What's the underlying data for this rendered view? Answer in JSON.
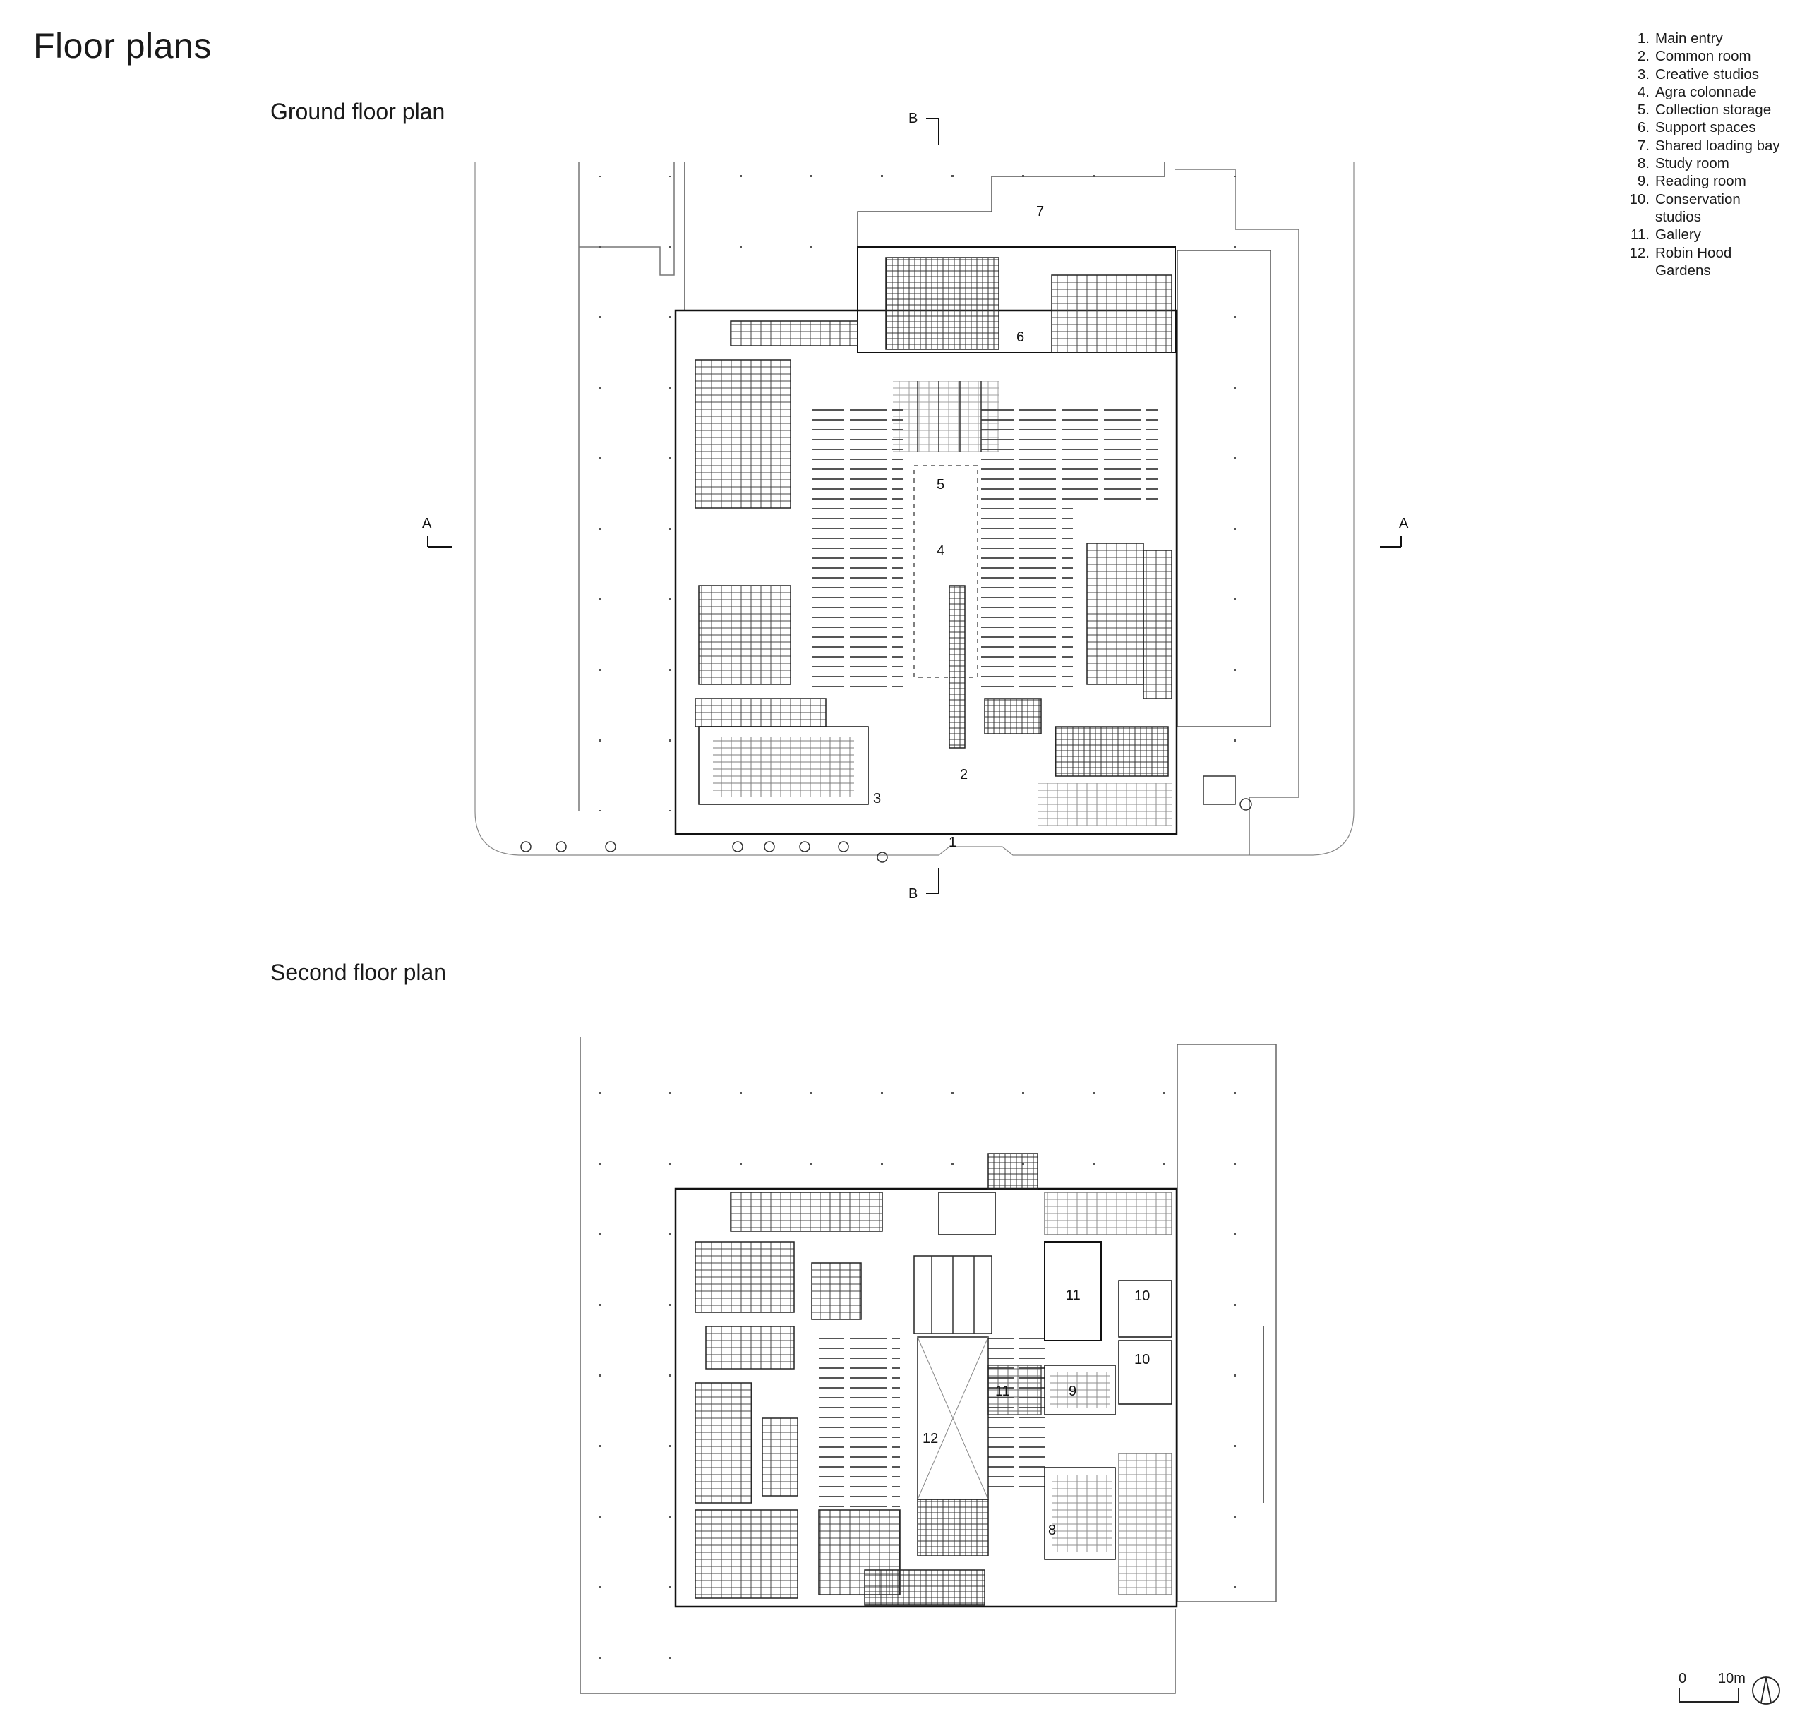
{
  "page": {
    "title": "Floor plans"
  },
  "ground_floor": {
    "title": "Ground floor plan",
    "section_markers": {
      "a_left": "A",
      "a_right": "A",
      "b_top": "B",
      "b_bottom": "B"
    },
    "room_labels": [
      "7",
      "6",
      "5",
      "4",
      "2",
      "3",
      "1"
    ]
  },
  "second_floor": {
    "title": "Second floor plan",
    "room_labels": [
      "11",
      "10",
      "10",
      "11",
      "9",
      "12",
      "8"
    ]
  },
  "legend": [
    {
      "num": "1.",
      "label": "Main entry"
    },
    {
      "num": "2.",
      "label": "Common room"
    },
    {
      "num": "3.",
      "label": "Creative studios"
    },
    {
      "num": "4.",
      "label": "Agra colonnade"
    },
    {
      "num": "5.",
      "label": "Collection storage"
    },
    {
      "num": "6.",
      "label": "Support spaces"
    },
    {
      "num": "7.",
      "label": "Shared loading bay"
    },
    {
      "num": "8.",
      "label": "Study room"
    },
    {
      "num": "9.",
      "label": "Reading room"
    },
    {
      "num": "10.",
      "label": "Conservation studios"
    },
    {
      "num": "11.",
      "label": "Gallery"
    },
    {
      "num": "12.",
      "label": "Robin Hood Gardens"
    }
  ],
  "scale_bar": {
    "start_label": "0",
    "end_label": "10m"
  },
  "north_arrow": {
    "icon": "north-arrow-icon"
  }
}
